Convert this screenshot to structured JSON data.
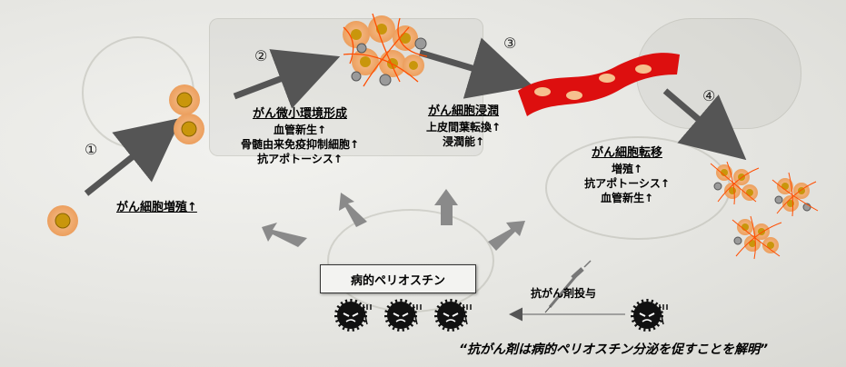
{
  "steps": [
    "①",
    "②",
    "③",
    "④"
  ],
  "stage1": {
    "title": "がん細胞増殖↑"
  },
  "stage2": {
    "title": "がん微小環境形成",
    "items": [
      "血管新生↑",
      "骨髄由来免疫抑制細胞↑",
      "抗アポトーシス↑"
    ]
  },
  "stage3": {
    "title": "がん細胞浸潤",
    "items": [
      "上皮間葉転換↑",
      "浸潤能↑"
    ]
  },
  "stage4": {
    "title": "がん細胞転移",
    "items": [
      "増殖↑",
      "抗アポトーシス↑",
      "血管新生↑"
    ]
  },
  "periostin_box": "病的ペリオスチン",
  "anticancer_admin": "抗がん剤投与",
  "conclusion": "“抗がん剤は病的ペリオスチン分泌を促すことを解明”",
  "colors": {
    "cell_outer": "#f0b27a",
    "cell_nucleus": "#c9960c",
    "vessel": "#dd0f0f",
    "fiber": "#ff4d00",
    "arrow": "#555555"
  }
}
